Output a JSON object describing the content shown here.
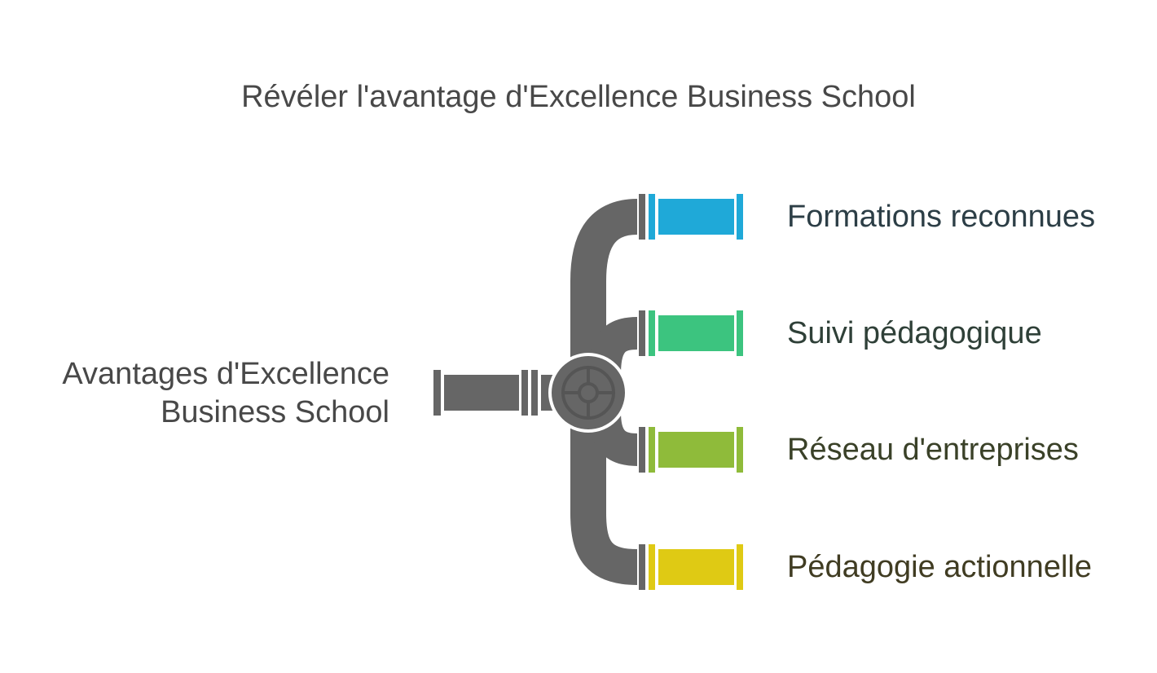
{
  "title": "Révéler l'avantage d'Excellence Business School",
  "source": {
    "line1": "Avantages d'Excellence",
    "line2": "Business School"
  },
  "outputs": [
    {
      "label": "Formations reconnues",
      "color": "#1fa9d8",
      "text_color": "#2c3e46"
    },
    {
      "label": "Suivi pédagogique",
      "color": "#3cc47f",
      "text_color": "#2f4038"
    },
    {
      "label": "Réseau d'entreprises",
      "color": "#8fbb3a",
      "text_color": "#3a4128"
    },
    {
      "label": "Pédagogie actionnelle",
      "color": "#dfca14",
      "text_color": "#403c22"
    }
  ],
  "pipe_color": "#666666"
}
